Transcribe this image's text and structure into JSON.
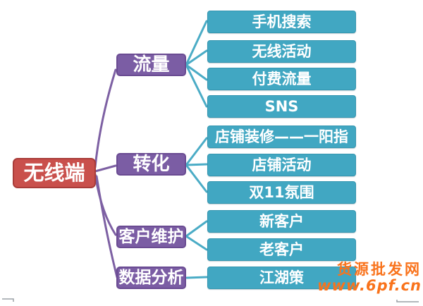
{
  "colors": {
    "root_fill": "#C9504C",
    "root_border": "#A93C39",
    "branch_fill": "#7B5DA4",
    "branch_border": "#6A4B92",
    "branch_line": "#7D60A3",
    "leaf_fill": "#41A7C2",
    "leaf_border": "#3596B0",
    "leaf_line": "#4BACC6",
    "watermark": "#F9731C"
  },
  "diagram": {
    "root": {
      "label": "无线端"
    },
    "branches": [
      {
        "label": "流量",
        "children": [
          "手机搜索",
          "无线活动",
          "付费流量",
          "SNS"
        ]
      },
      {
        "label": "转化",
        "children": [
          "店铺装修——一阳指",
          "店铺活动",
          "双11氛围"
        ]
      },
      {
        "label": "客户维护",
        "children": [
          "新客户",
          "老客户"
        ]
      },
      {
        "label": "数据分析",
        "children": [
          "江湖策"
        ]
      }
    ]
  },
  "watermark": {
    "site_name": "货源批发网",
    "site_url": "www.6pf.cn"
  }
}
